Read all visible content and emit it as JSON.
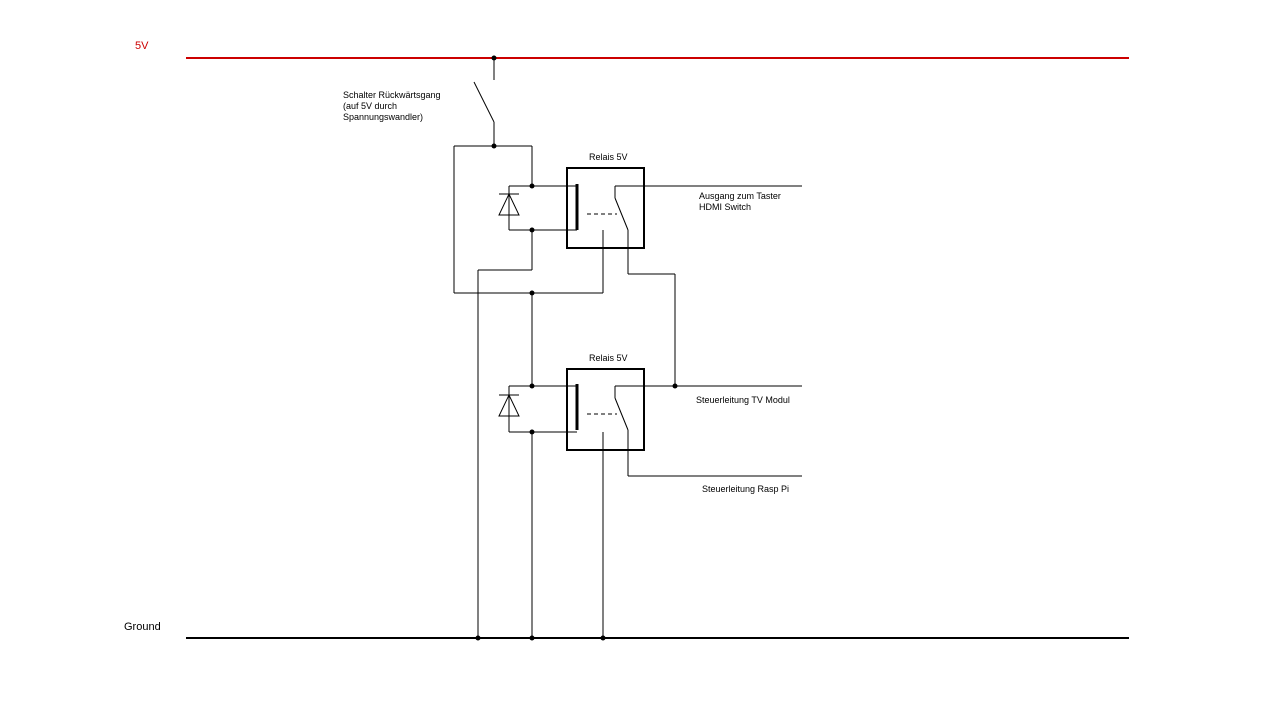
{
  "labels": {
    "rail_top": "5V",
    "rail_bottom": "Ground",
    "switch_label": [
      "Schalter Rückwärtsgang",
      "(auf 5V durch",
      "Spannungswandler)"
    ],
    "relay1_title": "Relais 5V",
    "relay2_title": "Relais 5V",
    "out1": [
      "Ausgang zum Taster",
      "HDMI Switch"
    ],
    "out2": "Steuerleitung TV Modul",
    "out3": "Steuerleitung Rasp Pi"
  },
  "colors": {
    "supply_rail": "#cc0000",
    "wire": "#000000",
    "background": "#ffffff"
  }
}
